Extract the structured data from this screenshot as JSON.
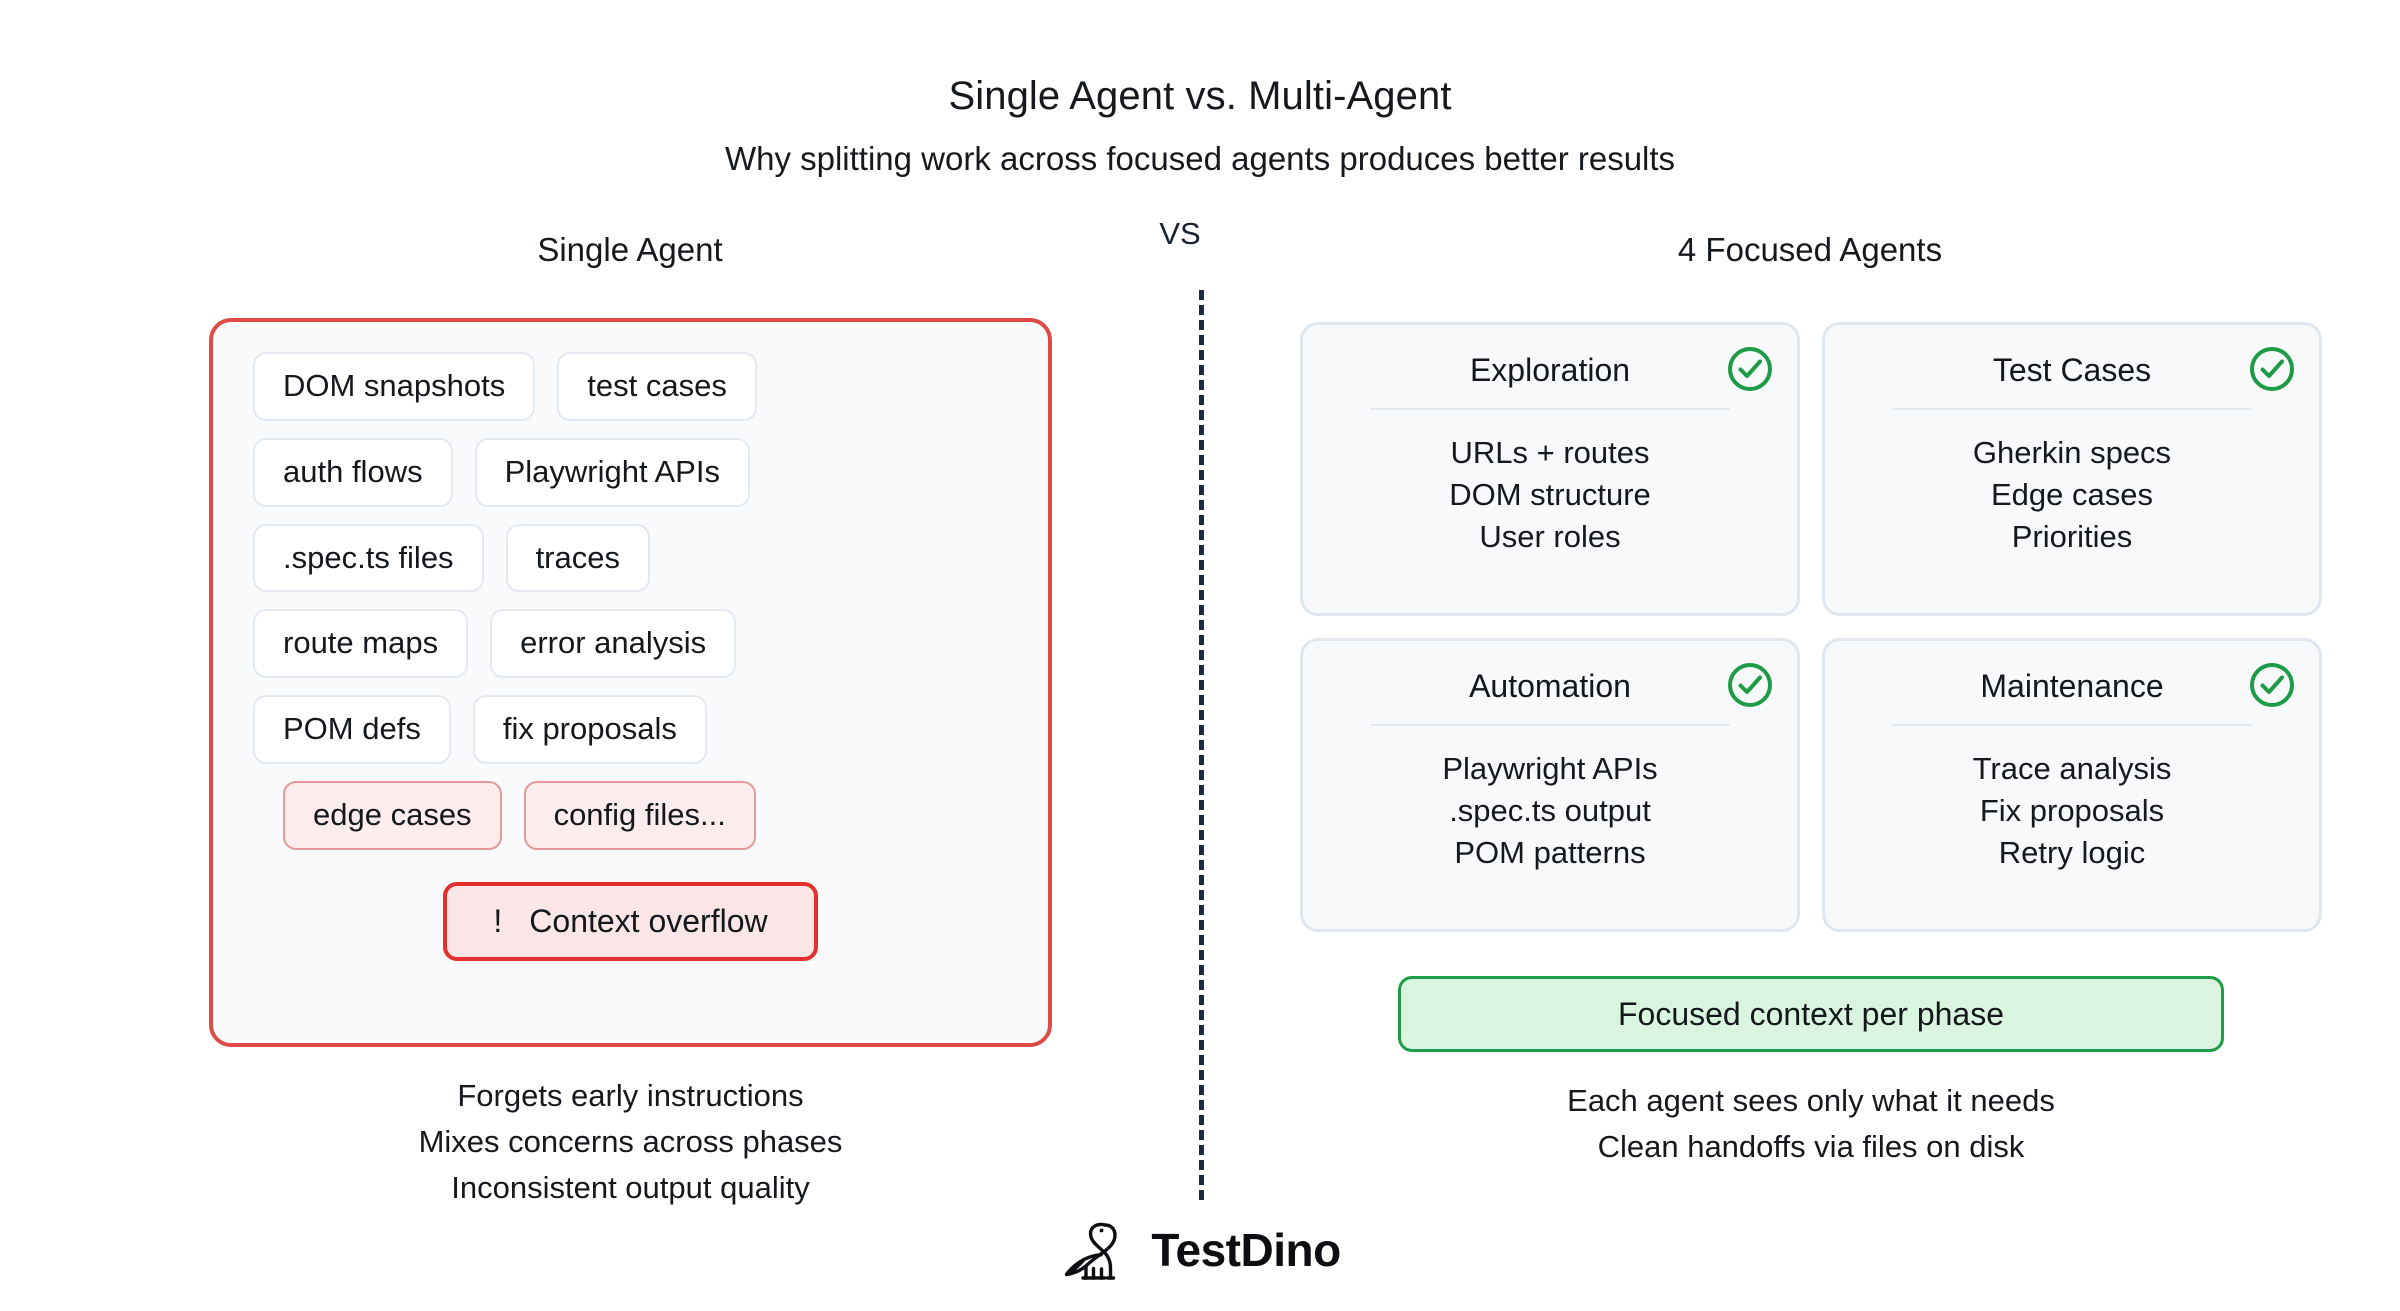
{
  "header": {
    "title": "Single Agent vs. Multi-Agent",
    "subtitle": "Why splitting work across focused agents produces better results"
  },
  "divider": {
    "vs_label": "VS"
  },
  "left": {
    "heading": "Single Agent",
    "chip_rows": [
      [
        "DOM snapshots",
        "test cases"
      ],
      [
        "auth flows",
        "Playwright APIs"
      ],
      [
        ".spec.ts files",
        "traces"
      ],
      [
        "route maps",
        "error analysis"
      ],
      [
        "POM defs",
        "fix proposals"
      ],
      [
        "edge cases",
        "config files..."
      ]
    ],
    "danger_chips": [
      "edge cases",
      "config files..."
    ],
    "overflow": {
      "icon": "exclamation-mark",
      "bang": "!",
      "label": "Context overflow"
    },
    "footer_lines": [
      "Forgets early instructions",
      "Mixes concerns across phases",
      "Inconsistent output quality"
    ],
    "border_color": "#dc4b46",
    "panel_bg": "#f8fafc"
  },
  "right": {
    "heading": "4 Focused Agents",
    "cards": [
      {
        "title": "Exploration",
        "status_icon": "check-circle-icon",
        "lines": [
          "URLs + routes",
          "DOM structure",
          "User roles"
        ]
      },
      {
        "title": "Test Cases",
        "status_icon": "check-circle-icon",
        "lines": [
          "Gherkin specs",
          "Edge cases",
          "Priorities"
        ]
      },
      {
        "title": "Automation",
        "status_icon": "check-circle-icon",
        "lines": [
          "Playwright APIs",
          ".spec.ts output",
          "POM patterns"
        ]
      },
      {
        "title": "Maintenance",
        "status_icon": "check-circle-icon",
        "lines": [
          "Trace analysis",
          "Fix proposals",
          "Retry logic"
        ]
      }
    ],
    "banner": {
      "label": "Focused context per phase",
      "bg": "#d9f5e0",
      "border_color": "#1d9b46"
    },
    "footer_lines": [
      "Each agent sees only what it needs",
      "Clean handoffs via files on disk"
    ],
    "accent_color": "#1d9b46"
  },
  "brand": {
    "name": "TestDino",
    "logo_icon": "dinosaur-icon"
  }
}
